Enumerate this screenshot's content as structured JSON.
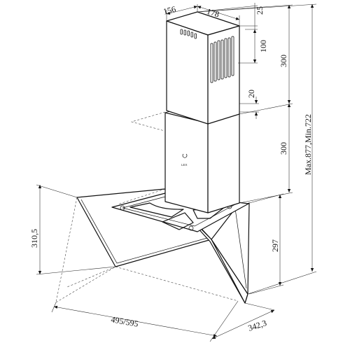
{
  "labels": {
    "chimney_left_width": "156",
    "chimney_right_width": "178",
    "top_offset": "25",
    "slot_height": "100",
    "upper_chimney_height": "300",
    "overlap": "20",
    "lower_chimney_height": "300",
    "total_height": "Max.877,Min.722",
    "hood_height": "297",
    "glass_height": "310,5",
    "width": "495/595",
    "depth": "342,3"
  },
  "logo_text": "LEX"
}
